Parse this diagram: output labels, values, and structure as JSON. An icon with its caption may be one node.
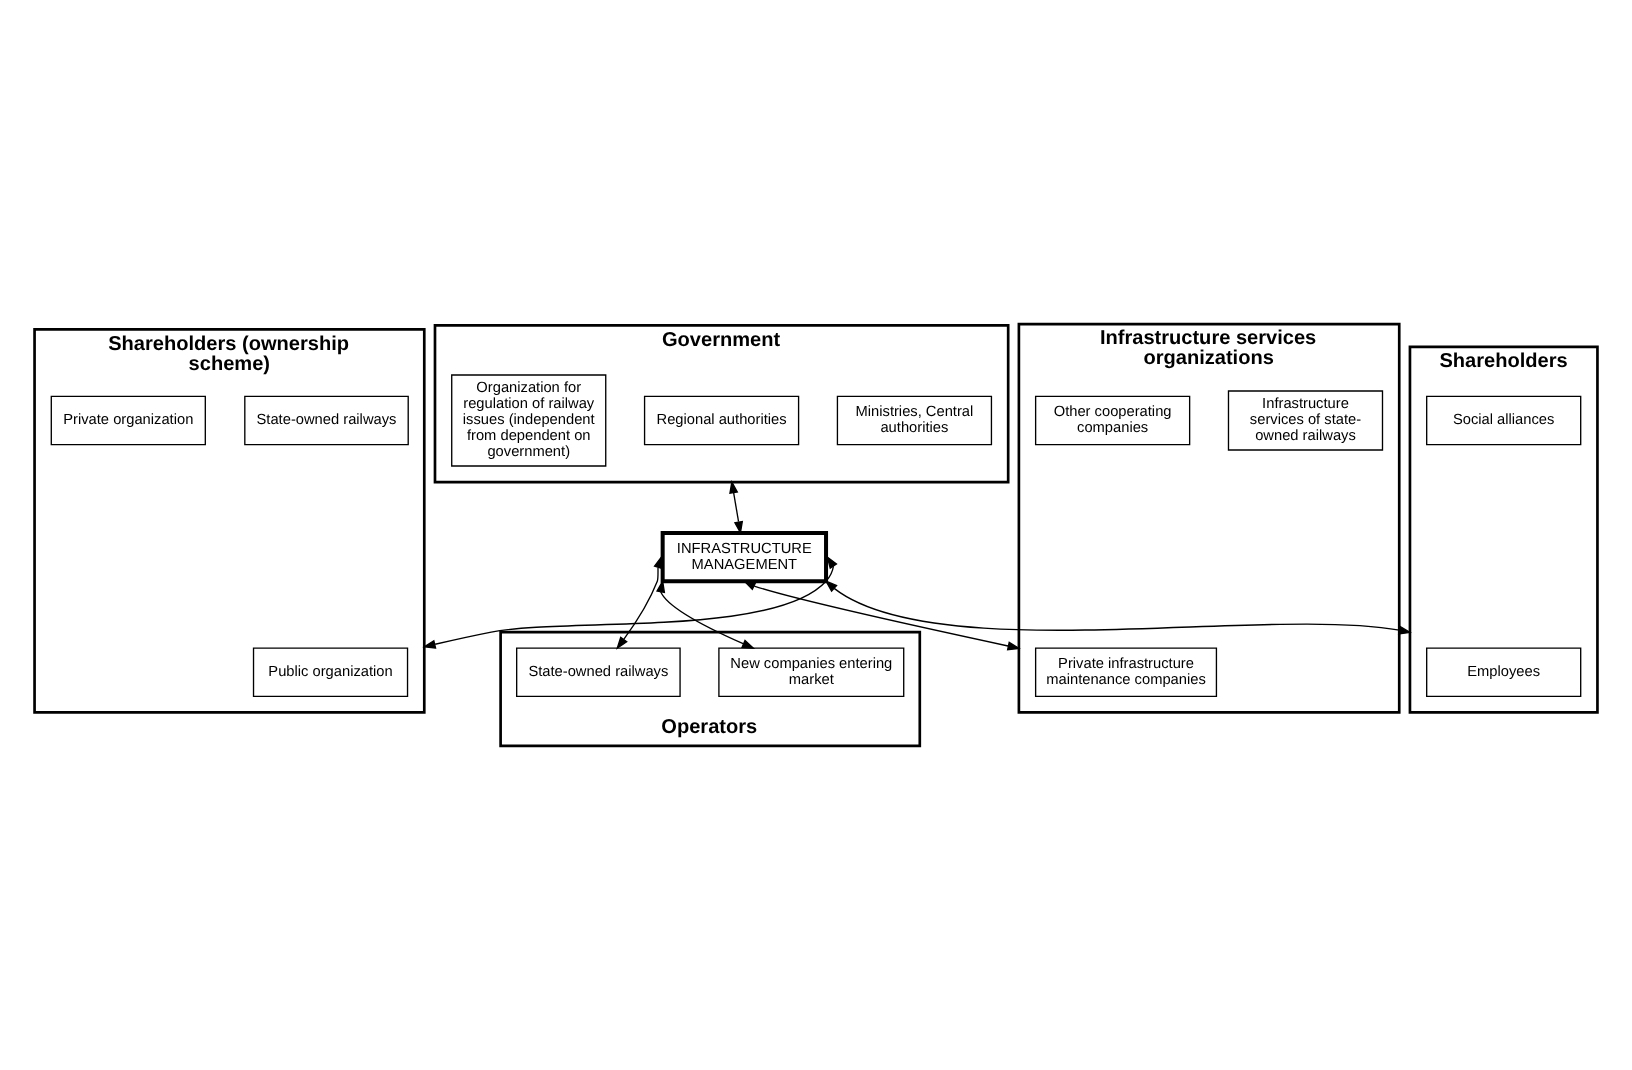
{
  "diagram": {
    "nodes": [
      {
        "text": [
          "Government"
        ]
      },
      {
        "text": [
          "Ministries, Central authorities"
        ],
        "in": 0
      },
      {
        "text": [
          "Regional authorities"
        ],
        "in": 0
      },
      {
        "text": [
          "Organization for regulation of railway issues (independent from dependent on government)"
        ],
        "in": 0
      },
      {
        "text": [
          "Operators"
        ]
      },
      {
        "text": [
          "State-owned railways"
        ],
        "in": 4
      },
      {
        "text": [
          "New companies entering market"
        ],
        "in": 4
      },
      {
        "text": [
          "INFRASTRUCTURE MANAGEMENT"
        ]
      },
      {
        "text": [
          "Shareholders (ownership scheme)"
        ]
      },
      {
        "text": [
          "State-owned railways"
        ],
        "in": 8
      },
      {
        "text": [
          "Public organization"
        ],
        "in": 8
      },
      {
        "text": [
          "Private organization"
        ],
        "in": 8
      },
      {
        "text": [
          "Infrastructure services organizations"
        ]
      },
      {
        "text": [
          "Infrastructure services of state-owned railways"
        ],
        "in": 12
      },
      {
        "text": [
          "Private infrastructure maintenance companies"
        ],
        "in": 12
      },
      {
        "text": [
          "Other cooperating companies"
        ],
        "in": 12
      },
      {
        "text": [
          "Shareholders"
        ]
      },
      {
        "text": [
          "Social alliances"
        ],
        "in": 16
      },
      {
        "text": [
          "Employees"
        ],
        "in": 16
      }
    ],
    "edges": [
      {
        "from": 0,
        "to": 7,
        "arrow": "both"
      },
      {
        "from": 7,
        "to": 5,
        "arrow": "both"
      },
      {
        "from": 7,
        "to": 6,
        "arrow": "both"
      },
      {
        "from": 7,
        "to": 8,
        "arrow": "both"
      },
      {
        "from": 7,
        "to": 12,
        "arrow": "both"
      },
      {
        "from": 7,
        "to": 16,
        "arrow": "both"
      }
    ]
  }
}
